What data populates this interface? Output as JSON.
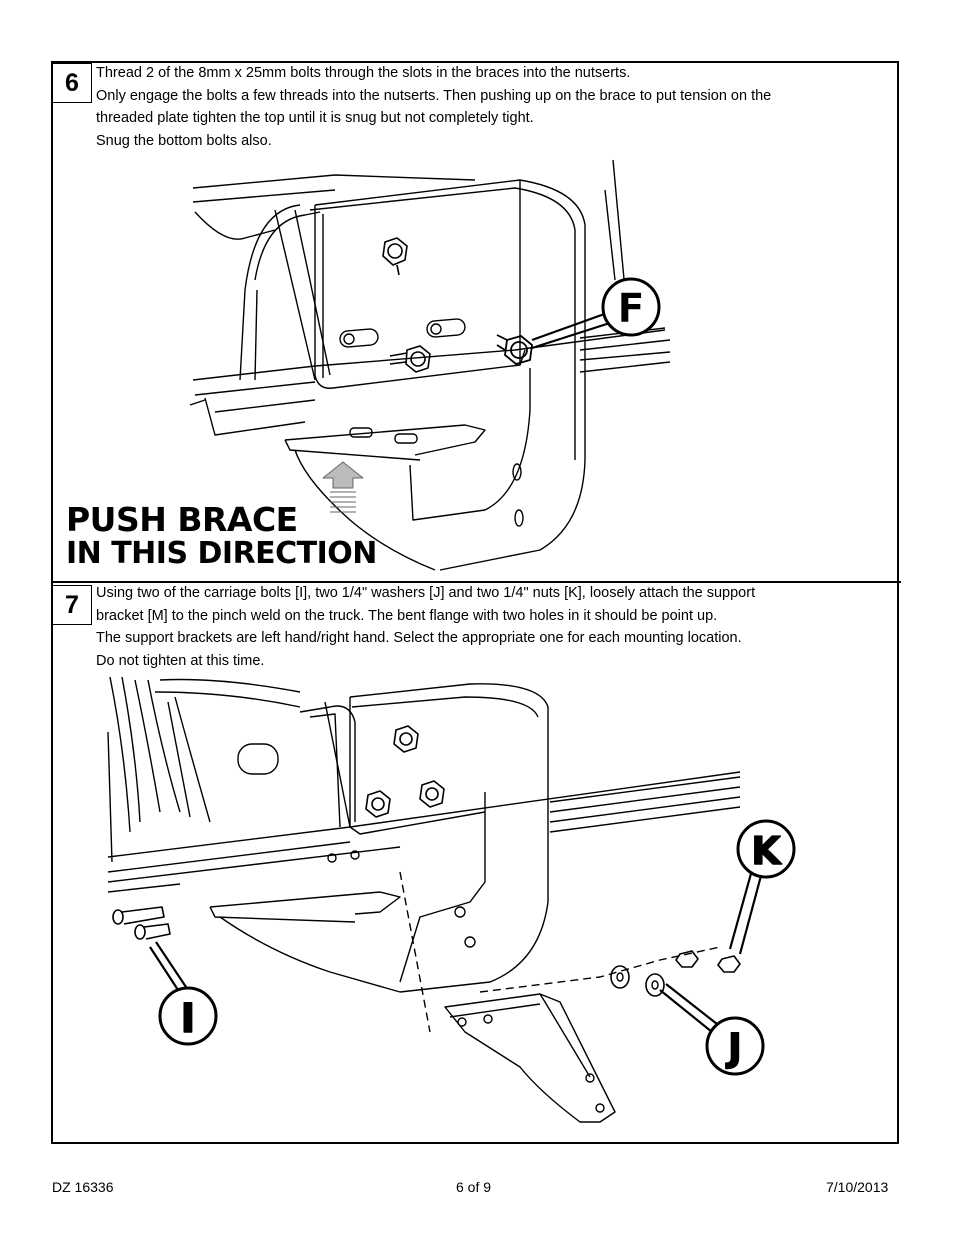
{
  "steps": [
    {
      "number": "6",
      "lines": [
        "Thread 2 of the 8mm x 25mm bolts through the slots in the braces into the nutserts.",
        "Only engage the bolts a few threads into the nutserts.  Then pushing up on the brace to put tension on the",
        "threaded plate tighten the top until it is snug but not completely tight.",
        "Snug the bottom bolts also."
      ],
      "callouts": [
        "F"
      ],
      "caption": [
        "PUSH BRACE",
        "IN THIS DIRECTION"
      ]
    },
    {
      "number": "7",
      "lines": [
        "Using two of the carriage bolts [I], two 1/4\" washers [J] and two 1/4\" nuts [K], loosely attach the support",
        "bracket [M] to the pinch weld on the truck.  The bent flange with two holes in it should be point up.",
        "The support brackets are left hand/right hand.  Select the appropriate one for each mounting location.",
        "Do not tighten at this time."
      ],
      "callouts": [
        "K",
        "I",
        "J"
      ]
    }
  ],
  "footer": {
    "doc_id": "DZ 16336",
    "page": "6 of 9",
    "date": "7/10/2013"
  }
}
